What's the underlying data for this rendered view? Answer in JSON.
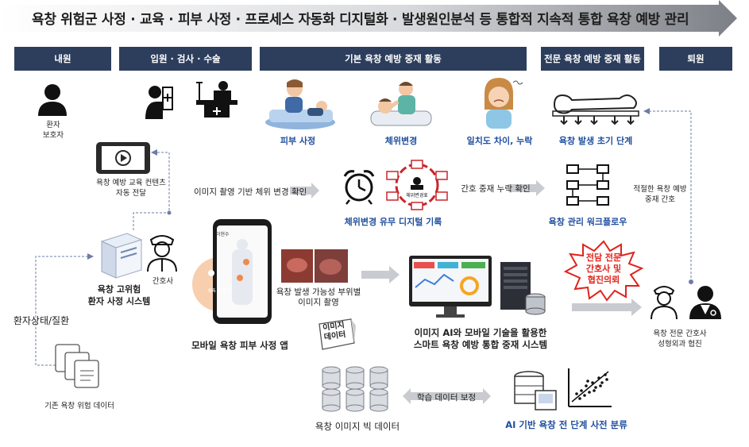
{
  "title": "욕창  위험군 사정 · 교육 · 피부 사정  · 프로세스 자동화 디지털화 · 발생원인분석 등 통합적 지속적  통합 욕창 예방 관리",
  "phases": {
    "admission": "내원",
    "inpatient": "입원 · 검사  · 수술",
    "basic": "기본 욕창 예방 중재 활동",
    "expert": "전문 욕창 예방 중재 활동",
    "discharge": "퇴원"
  },
  "nodes": {
    "patient": "환자\n보호자",
    "edu_content": "욕창 예방 교육 컨텐츠\n자동 전달",
    "patient_status": "환자상태/질환",
    "nurse": "간호사",
    "assessment_system": "욕창 고위험\n환자 사정 시스템",
    "existing_data": "기존 욕창 위험 데이터",
    "skin_assess": "피부 사정",
    "position_change": "체위변경",
    "nurse_diff": "일치도 차이, 누락",
    "early_stage": "욕창 발생 초기 단계",
    "photo_check": "이미지 촬영 기반 체위 변경 확인",
    "digital_record": "체위변경 유무 디지털 기록",
    "care_omission": "간호 중재 누락 확인",
    "workflow": "욕창 관리 워크플로우",
    "proper_care": "적절한 욕창 예방\n중재 간호",
    "mobile_app": "모바일 욕창 피부 사정 앱",
    "body_photo": "욕창 발생 가능성 부위별\n이미지 촬영",
    "smart_system": "이미지 AI와 모바일 기술을 활용한\n스마트 욕창 예방 통합 중재 시스템",
    "expert_nurse_request": "전담 전문\n간호사 및\n협진의뢰",
    "expert_team": "욕창 전문 간호사\n성형외과 협진",
    "image_data_tag": "이미지\n데이터",
    "big_data": "욕창 이미지 빅 데이터",
    "learning_data": "학습 데이터 보정",
    "ai_classify": "AI 기반 욕창 전 단계 사전  분류",
    "app_header": "이현수",
    "wheel_center": "체위변경표",
    "app_badge": "예측 및 결과"
  },
  "colors": {
    "phase_bg": "#2d3e5c",
    "accent_blue": "#1f4e9e",
    "alert_red": "#e0231b",
    "arrow_gray": "#c9cbd0",
    "wheel_red": "#c8262c"
  },
  "icons": [
    "person-icon",
    "tablet-video-icon",
    "server-icon",
    "nurse-icon",
    "document-stack-icon",
    "doctor-patient-icon",
    "hospital-bed-icon",
    "alarm-clock-icon",
    "position-wheel-icon",
    "workflow-icon",
    "body-pressure-icon",
    "smartphone-icon",
    "wound-photo-icon",
    "monitor-dashboard-icon",
    "database-icon",
    "scatter-plot-icon",
    "doctor-icon"
  ]
}
